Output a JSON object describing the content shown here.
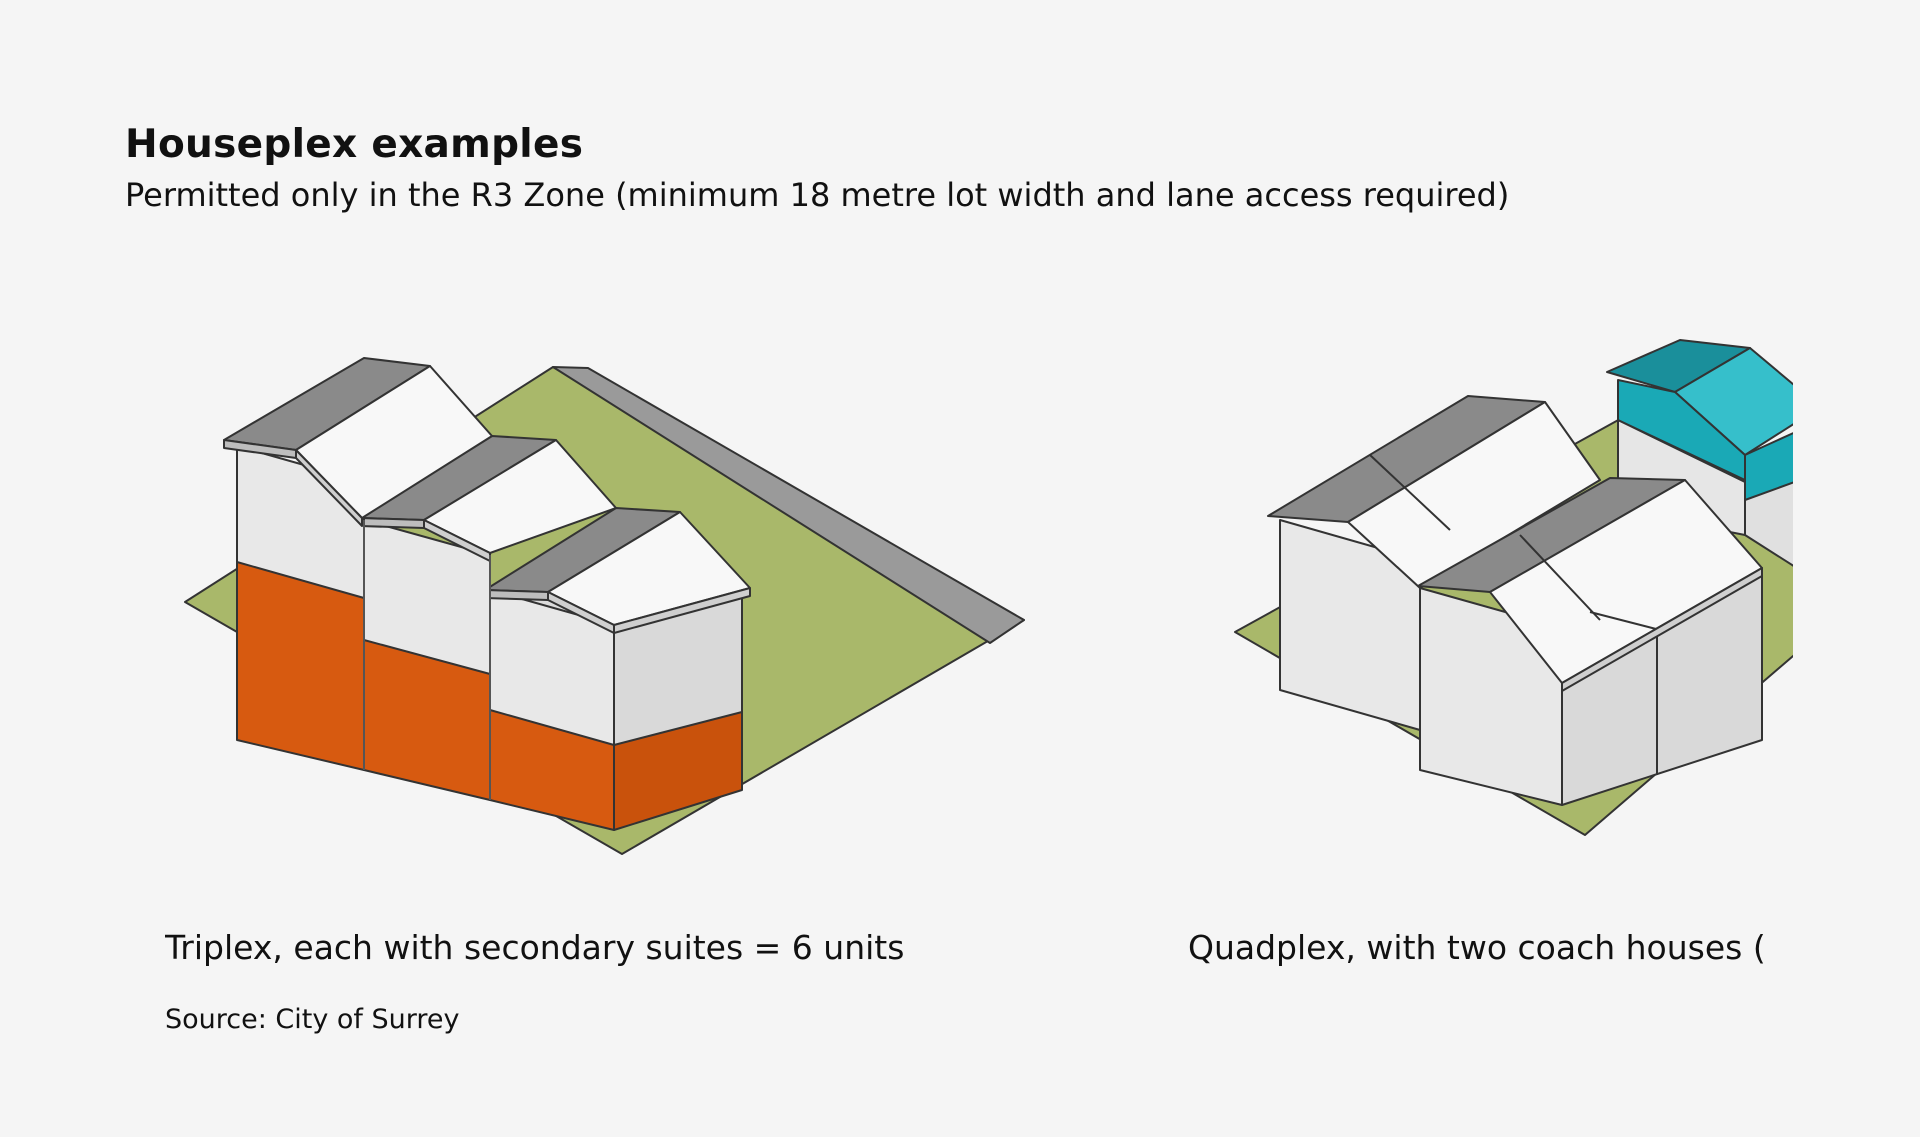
{
  "slide": {
    "title": "Houseplex examples",
    "subtitle": "Permitted only in the R3 Zone (minimum  18 metre lot width and lane access required)",
    "source": "Source: City of Surrey"
  },
  "examples": [
    {
      "caption": "Triplex, each with secondary suites = 6 units"
    },
    {
      "caption": "Quadplex, with two coach houses ("
    }
  ],
  "colors": {
    "background": "#f5f5f5",
    "lawn": "#a9b86a",
    "lane": "#9a9a9a",
    "roof_dark": "#8a8a8a",
    "roof_light": "#f8f8f8",
    "wall": "#e4e4e4",
    "secondary_suite": "#d75a10",
    "coach_house": "#1aa9b6"
  }
}
